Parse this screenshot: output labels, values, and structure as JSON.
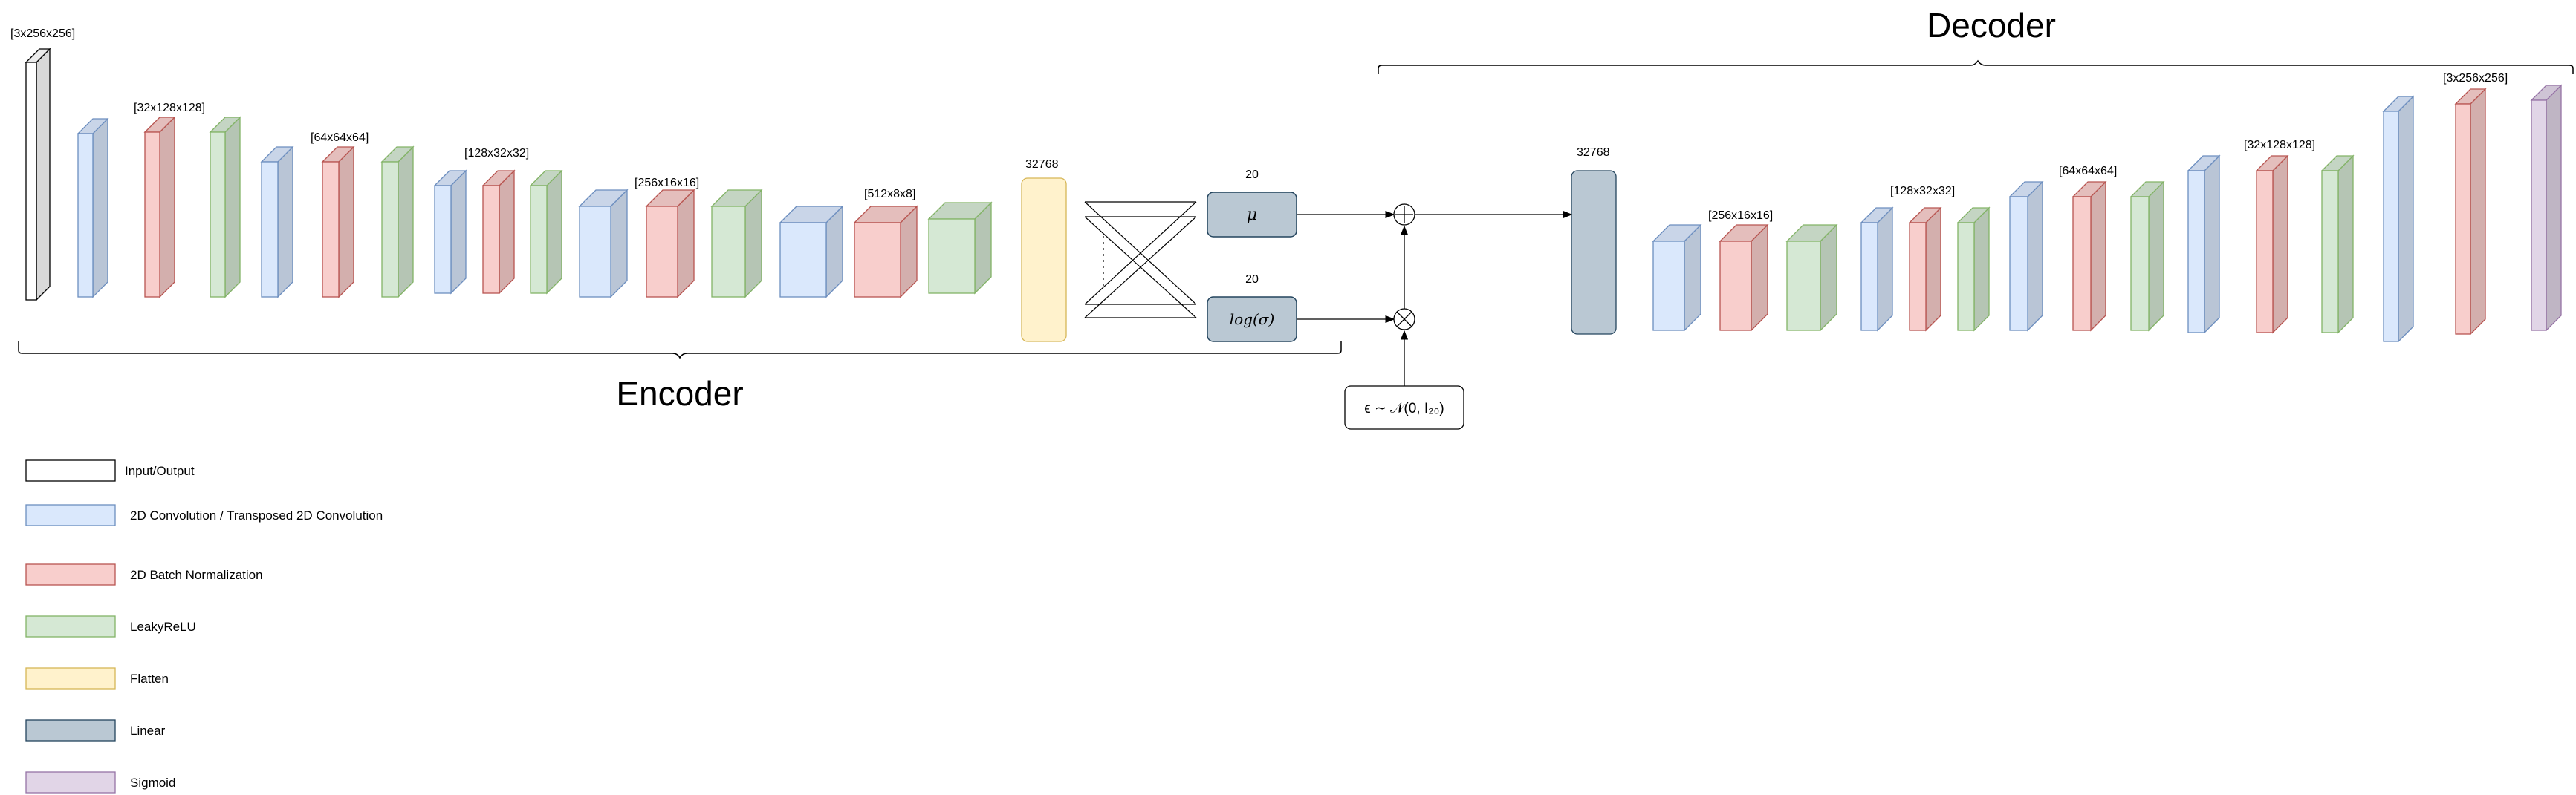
{
  "colors": {
    "io": "#ffffff",
    "conv": "#dae8fc",
    "bn": "#f8cecc",
    "leaky": "#d5e8d4",
    "flatten": "#fff2cc",
    "linear": "#bac8d3",
    "sigmoid": "#e1d5e7"
  },
  "titles": {
    "encoder": "Encoder",
    "decoder": "Decoder"
  },
  "dims": {
    "input": "[3x256x256]",
    "enc1": "[32x128x128]",
    "enc2": "[64x64x64]",
    "enc3": "[128x32x32]",
    "enc4": "[256x16x16]",
    "enc5": "[512x8x8]",
    "flat": "32768",
    "mu_dim": "20",
    "logsigma_dim": "20",
    "dec_linear": "32768",
    "dec1": "[256x16x16]",
    "dec2": "[128x32x32]",
    "dec3": "[64x64x64]",
    "dec4": "[32x128x128]",
    "output": "[3x256x256]"
  },
  "latent": {
    "mu": "μ",
    "logsigma": "log(σ)",
    "epsilon": "ϵ ∼ 𝒩(0, I₂₀)",
    "plus": "+",
    "times": "×"
  },
  "legend": [
    {
      "label": "Input/Output",
      "color": "#ffffff",
      "stroke": "#000000"
    },
    {
      "label": "2D Convolution / Transposed 2D Convolution",
      "color": "#dae8fc",
      "stroke": "#6c8ebf"
    },
    {
      "label": "2D Batch Normalization",
      "color": "#f8cecc",
      "stroke": "#b85450"
    },
    {
      "label": "LeakyReLU",
      "color": "#d5e8d4",
      "stroke": "#82b366"
    },
    {
      "label": "Flatten",
      "color": "#fff2cc",
      "stroke": "#d6b656"
    },
    {
      "label": "Linear",
      "color": "#bac8d3",
      "stroke": "#23445d"
    },
    {
      "label": "Sigmoid",
      "color": "#e1d5e7",
      "stroke": "#9673a6"
    }
  ]
}
